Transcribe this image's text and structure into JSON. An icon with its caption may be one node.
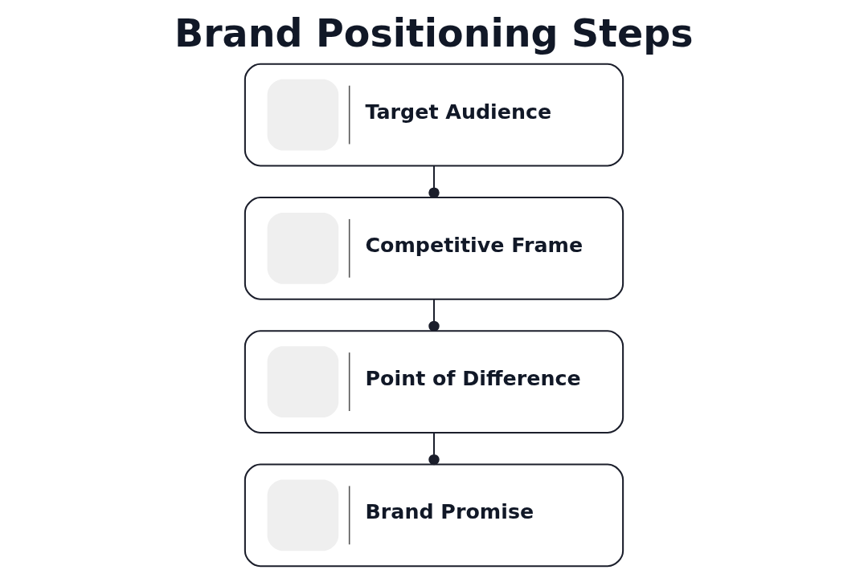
{
  "diagram": {
    "title": "Brand Positioning Steps",
    "nodes": [
      {
        "text": [
          "Target Audience"
        ]
      },
      {
        "text": [
          "Competitive Frame"
        ]
      },
      {
        "text": [
          "Point of Difference"
        ]
      },
      {
        "text": [
          "Brand Promise"
        ]
      }
    ],
    "edges": [
      {
        "from": 0,
        "to": 1,
        "arrow": "other"
      },
      {
        "from": 1,
        "to": 2,
        "arrow": "other"
      },
      {
        "from": 2,
        "to": 3,
        "arrow": "other"
      }
    ]
  }
}
